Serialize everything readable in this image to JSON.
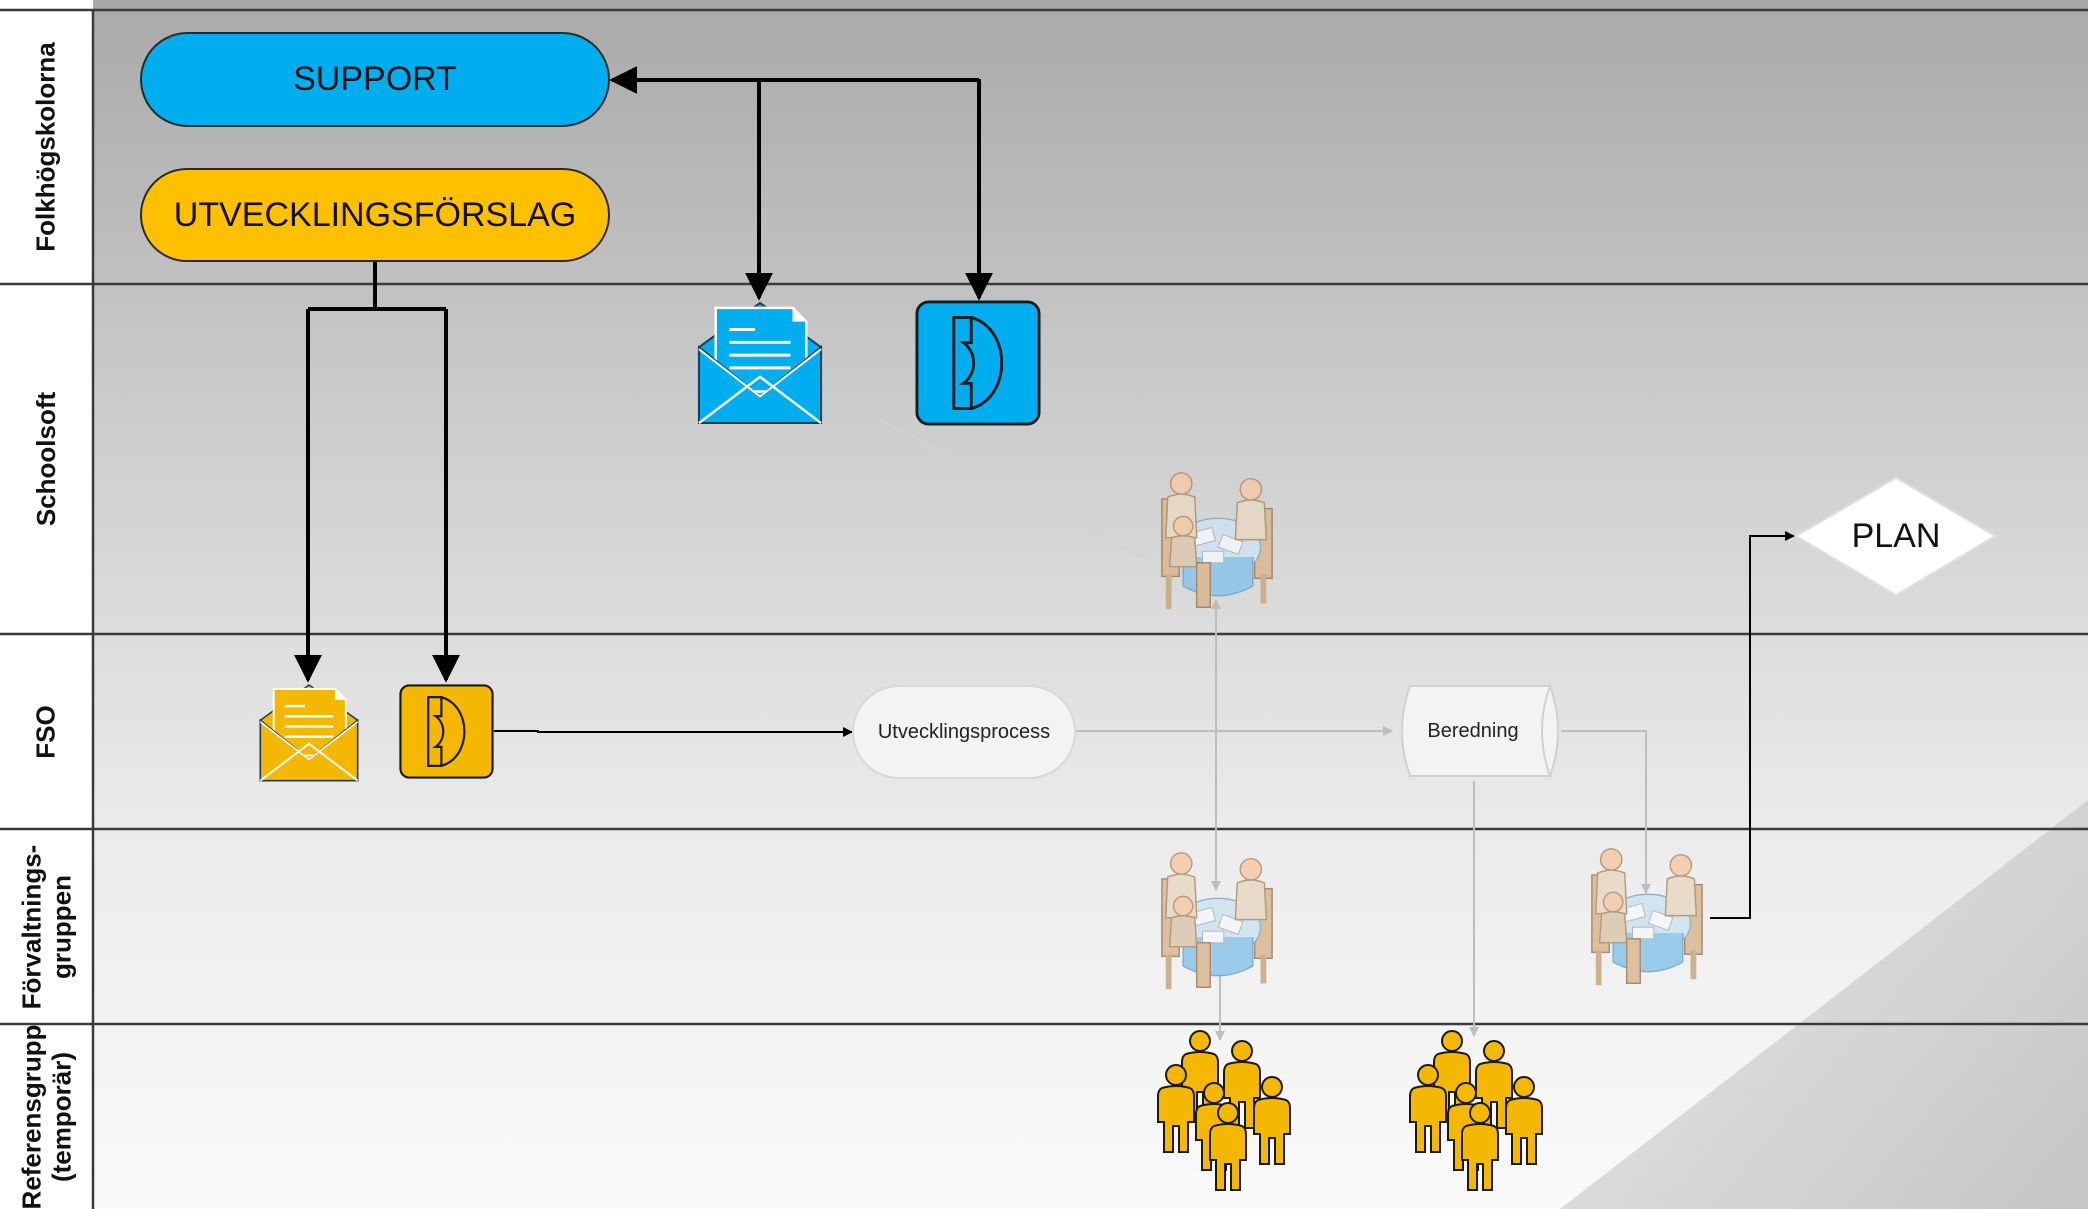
{
  "lanes": [
    {
      "label_lines": [
        "Folkhögskolorna"
      ]
    },
    {
      "label_lines": [
        "Schoolsoft"
      ]
    },
    {
      "label_lines": [
        "FSO"
      ]
    },
    {
      "label_lines": [
        "Förvaltnings-",
        "gruppen"
      ]
    },
    {
      "label_lines": [
        "Referensgrupp",
        "(temporär)"
      ]
    }
  ],
  "nodes": {
    "support": "SUPPORT",
    "utvecklingsforslag": "UTVECKLINGSFÖRSLAG",
    "utvecklingsprocess": "Utvecklingsprocess",
    "beredning": "Beredning",
    "plan": "PLAN"
  },
  "icons": {
    "schoolsoft_mail": "email-icon",
    "schoolsoft_phone": "phone-icon",
    "fso_mail": "email-icon",
    "fso_phone": "phone-icon",
    "meeting": "meeting-icon",
    "people_group": "people-group-icon"
  },
  "colors": {
    "support_blue": "#00AEEF",
    "proposal_yellow": "#FFC000",
    "icon_yellow": "#F5B800",
    "arrow": "#000000",
    "faint_arrow": "#b8b8b8"
  }
}
